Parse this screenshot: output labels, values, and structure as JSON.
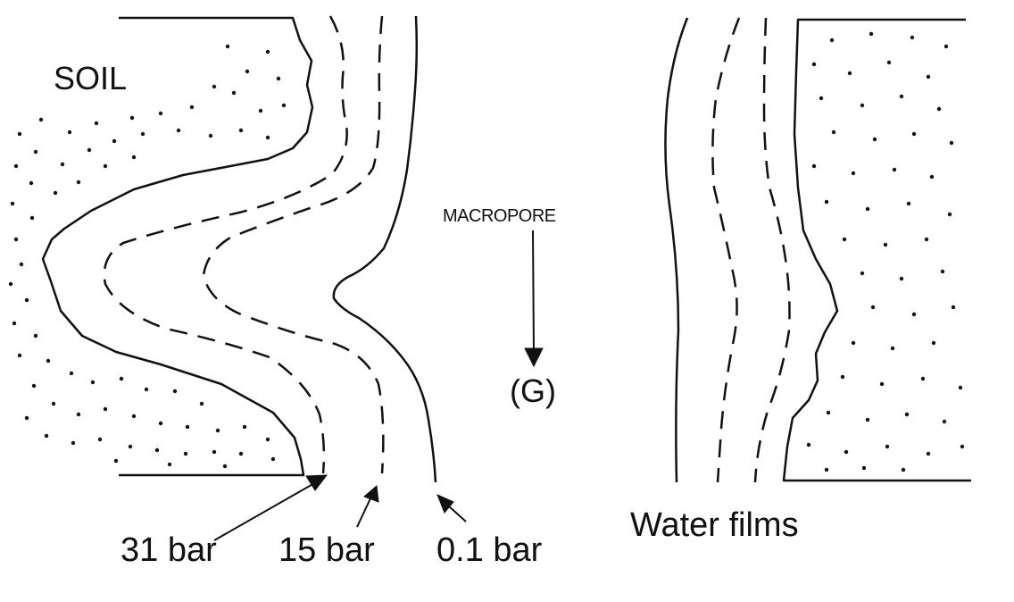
{
  "labels": {
    "soil": "SOIL",
    "macropore": "MACROPORE",
    "pore_id": "(G)",
    "potential_31": "31 bar",
    "potential_15": "15 bar",
    "potential_01": "0.1 bar",
    "water_films": "Water films"
  },
  "colors": {
    "ink": "#111111",
    "background": "#ffffff"
  }
}
